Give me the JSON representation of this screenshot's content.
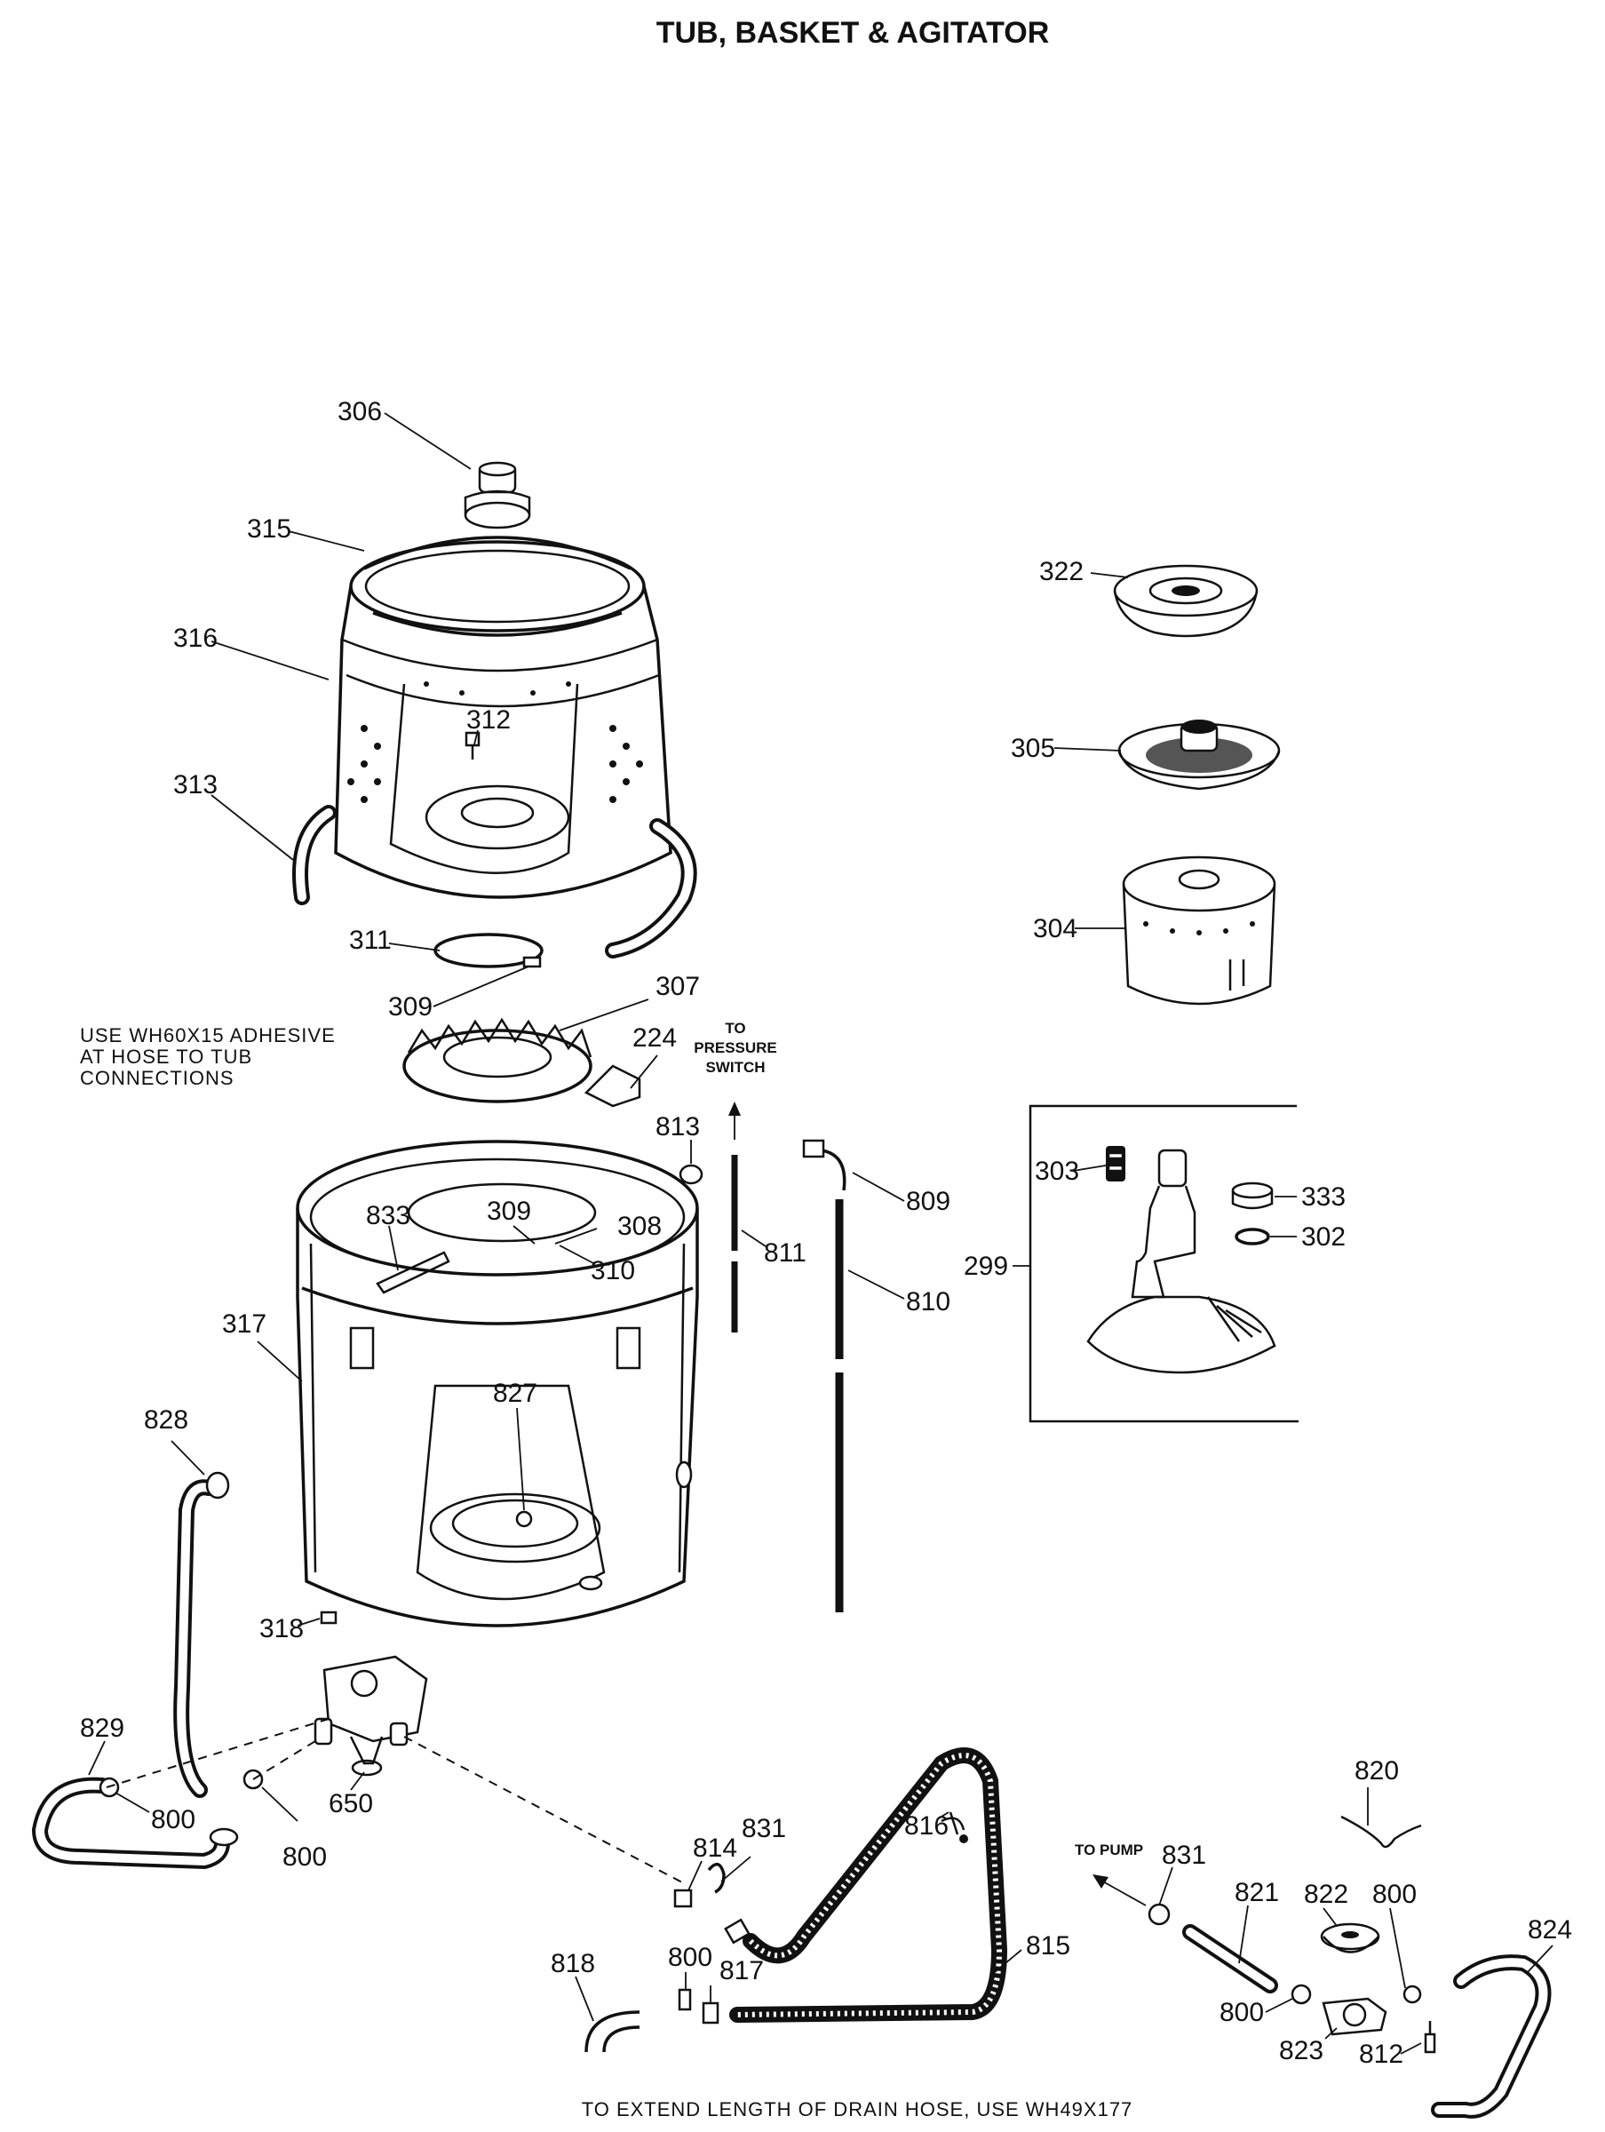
{
  "title": "TUB, BASKET & AGITATOR",
  "notes": {
    "adhesive": [
      "USE WH60X15 ADHESIVE",
      "AT HOSE TO TUB",
      "CONNECTIONS"
    ],
    "pressure_switch": [
      "TO",
      "PRESSURE",
      "SWITCH"
    ],
    "to_pump": "TO PUMP",
    "drain_hose": "TO EXTEND LENGTH OF DRAIN HOSE, USE WH49X177"
  },
  "part_labels": {
    "p306": "306",
    "p315": "315",
    "p316": "316",
    "p312": "312",
    "p313": "313",
    "p311": "311",
    "p309a": "309",
    "p307": "307",
    "p224": "224",
    "p813": "813",
    "p833": "833",
    "p309b": "309",
    "p308": "308",
    "p310": "310",
    "p811": "811",
    "p809": "809",
    "p810": "810",
    "p317": "317",
    "p827": "827",
    "p828": "828",
    "p318": "318",
    "p829": "829",
    "p800a": "800",
    "p800b": "800",
    "p650": "650",
    "p814": "814",
    "p831a": "831",
    "p816": "816",
    "p815": "815",
    "p800c": "800",
    "p817": "817",
    "p818": "818",
    "p831b": "831",
    "p821": "821",
    "p822": "822",
    "p800d": "800",
    "p820": "820",
    "p824": "824",
    "p800e": "800",
    "p823": "823",
    "p812": "812",
    "p322": "322",
    "p305": "305",
    "p304": "304",
    "p303": "303",
    "p333": "333",
    "p302": "302",
    "p299": "299"
  }
}
